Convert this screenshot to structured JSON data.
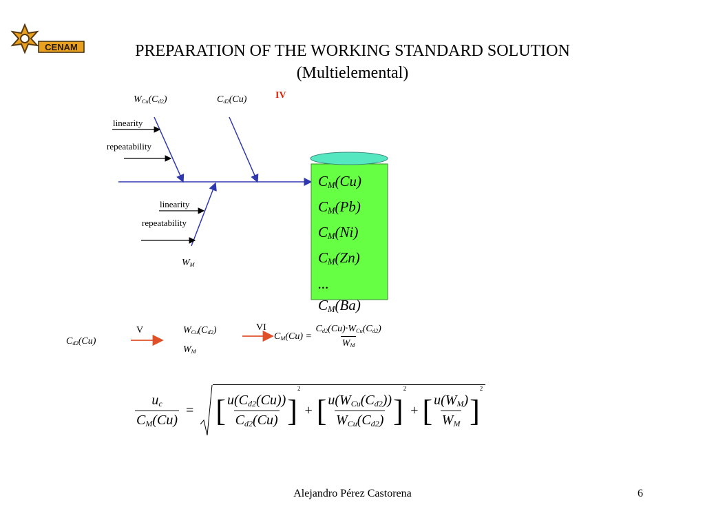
{
  "header": {
    "logo_text": "CENAM",
    "title_line1": "PREPARATION OF THE WORKING STANDARD SOLUTION",
    "title_line2": "(Multielemental)"
  },
  "fishbone": {
    "top_left_cause": "W_Cu(C_d2)",
    "top_right_cause": "C_d2(Cu)",
    "bottom_cause": "W_M",
    "roman_label": "IV",
    "top_sub_causes": [
      "linearity",
      "repeatability"
    ],
    "bottom_sub_causes": [
      "linearity",
      "repeatability"
    ],
    "effects": [
      "CM(Cu)",
      "CM(Pb)",
      "CM(Ni)",
      "CM(Zn)",
      "...",
      "CM(Ba)"
    ],
    "colors": {
      "arrow": "#3038b0",
      "cylinder": "#66ff44",
      "cylinder_top": "#55e8c0",
      "step_arrow": "#e05028"
    }
  },
  "steps": {
    "input": "C_d2(Cu)",
    "step_v_label": "V",
    "step_v_result_1": "W_Cu(C_d2)",
    "step_v_result_2": "W_M",
    "step_vi_label": "VI",
    "step_vi_formula": "C_M(Cu) = C_d2(Cu)·W_Cu(C_d2) / W_M"
  },
  "uncertainty_formula": "u_c / C_M(Cu) = sqrt( [u(C_d2(Cu))/C_d2(Cu)]^2 + [u(W_Cu(C_d2))/W_Cu(C_d2)]^2 + [u(W_M)/W_M]^2 )",
  "footer": {
    "author": "Alejandro Pérez Castorena",
    "page": "6"
  }
}
